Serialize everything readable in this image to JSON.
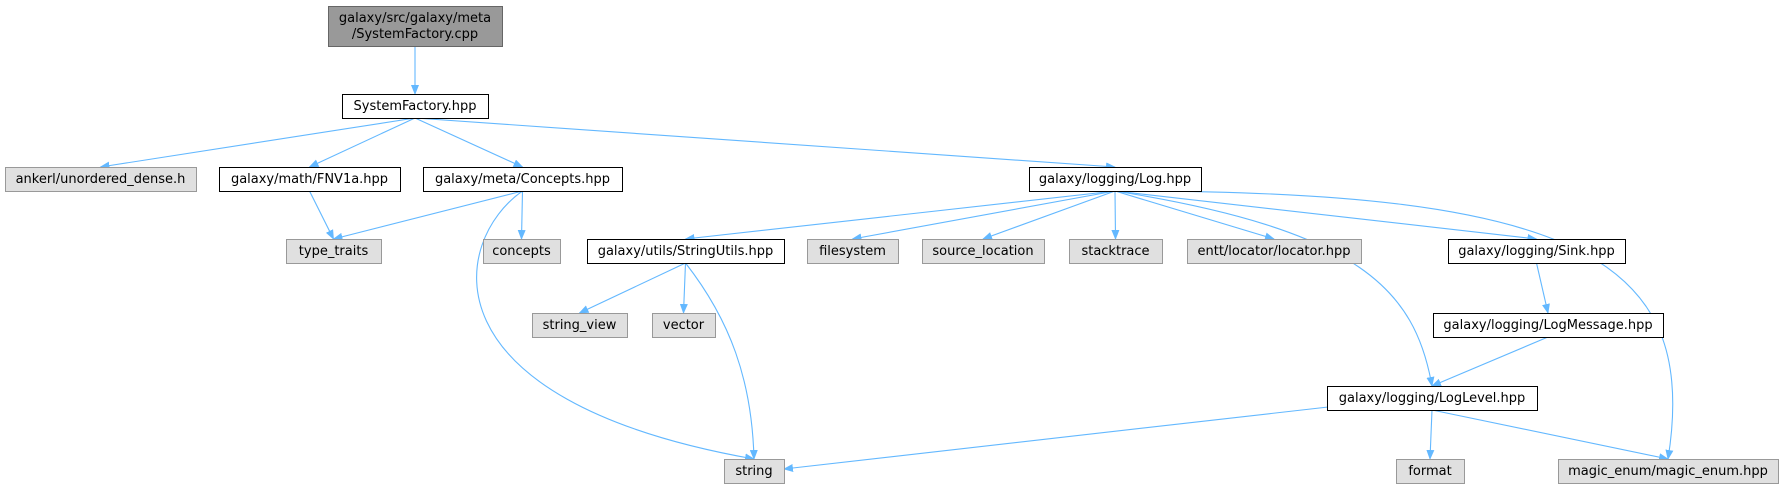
{
  "colors": {
    "root_fill": "#999999",
    "root_stroke": "#666666",
    "file_fill": "#ffffff",
    "file_stroke": "#000000",
    "external_fill": "#e0e0e0",
    "external_stroke": "#999999",
    "edge": "#63b8ff"
  },
  "nodes": [
    {
      "id": "root",
      "kind": "root",
      "lines": [
        "galaxy/src/galaxy/meta",
        "/SystemFactory.cpp"
      ]
    },
    {
      "id": "systemfactory_hpp",
      "kind": "file",
      "lines": [
        "SystemFactory.hpp"
      ]
    },
    {
      "id": "unordered_dense",
      "kind": "external",
      "lines": [
        "ankerl/unordered_dense.h"
      ]
    },
    {
      "id": "fnv1a",
      "kind": "file",
      "lines": [
        "galaxy/math/FNV1a.hpp"
      ]
    },
    {
      "id": "concepts_hpp",
      "kind": "file",
      "lines": [
        "galaxy/meta/Concepts.hpp"
      ]
    },
    {
      "id": "log_hpp",
      "kind": "file",
      "lines": [
        "galaxy/logging/Log.hpp"
      ]
    },
    {
      "id": "type_traits",
      "kind": "external",
      "lines": [
        "type_traits"
      ]
    },
    {
      "id": "concepts",
      "kind": "external",
      "lines": [
        "concepts"
      ]
    },
    {
      "id": "stringutils",
      "kind": "file",
      "lines": [
        "galaxy/utils/StringUtils.hpp"
      ]
    },
    {
      "id": "filesystem",
      "kind": "external",
      "lines": [
        "filesystem"
      ]
    },
    {
      "id": "source_location",
      "kind": "external",
      "lines": [
        "source_location"
      ]
    },
    {
      "id": "stacktrace",
      "kind": "external",
      "lines": [
        "stacktrace"
      ]
    },
    {
      "id": "locator",
      "kind": "external",
      "lines": [
        "entt/locator/locator.hpp"
      ]
    },
    {
      "id": "sink",
      "kind": "file",
      "lines": [
        "galaxy/logging/Sink.hpp"
      ]
    },
    {
      "id": "string_view",
      "kind": "external",
      "lines": [
        "string_view"
      ]
    },
    {
      "id": "vector",
      "kind": "external",
      "lines": [
        "vector"
      ]
    },
    {
      "id": "logmessage",
      "kind": "file",
      "lines": [
        "galaxy/logging/LogMessage.hpp"
      ]
    },
    {
      "id": "loglevel",
      "kind": "file",
      "lines": [
        "galaxy/logging/LogLevel.hpp"
      ]
    },
    {
      "id": "string",
      "kind": "external",
      "lines": [
        "string"
      ]
    },
    {
      "id": "format",
      "kind": "external",
      "lines": [
        "format"
      ]
    },
    {
      "id": "magic_enum",
      "kind": "external",
      "lines": [
        "magic_enum/magic_enum.hpp"
      ]
    }
  ],
  "edges": [
    {
      "from": "root",
      "to": "systemfactory_hpp"
    },
    {
      "from": "systemfactory_hpp",
      "to": "unordered_dense"
    },
    {
      "from": "systemfactory_hpp",
      "to": "fnv1a"
    },
    {
      "from": "systemfactory_hpp",
      "to": "concepts_hpp"
    },
    {
      "from": "systemfactory_hpp",
      "to": "log_hpp"
    },
    {
      "from": "fnv1a",
      "to": "type_traits"
    },
    {
      "from": "concepts_hpp",
      "to": "type_traits"
    },
    {
      "from": "concepts_hpp",
      "to": "concepts"
    },
    {
      "from": "concepts_hpp",
      "to": "string"
    },
    {
      "from": "log_hpp",
      "to": "stringutils"
    },
    {
      "from": "log_hpp",
      "to": "filesystem"
    },
    {
      "from": "log_hpp",
      "to": "source_location"
    },
    {
      "from": "log_hpp",
      "to": "stacktrace"
    },
    {
      "from": "log_hpp",
      "to": "locator"
    },
    {
      "from": "log_hpp",
      "to": "sink"
    },
    {
      "from": "log_hpp",
      "to": "loglevel"
    },
    {
      "from": "log_hpp",
      "to": "magic_enum"
    },
    {
      "from": "stringutils",
      "to": "string_view"
    },
    {
      "from": "stringutils",
      "to": "vector"
    },
    {
      "from": "stringutils",
      "to": "string"
    },
    {
      "from": "sink",
      "to": "logmessage"
    },
    {
      "from": "logmessage",
      "to": "loglevel"
    },
    {
      "from": "loglevel",
      "to": "string"
    },
    {
      "from": "loglevel",
      "to": "format"
    },
    {
      "from": "loglevel",
      "to": "magic_enum"
    }
  ]
}
